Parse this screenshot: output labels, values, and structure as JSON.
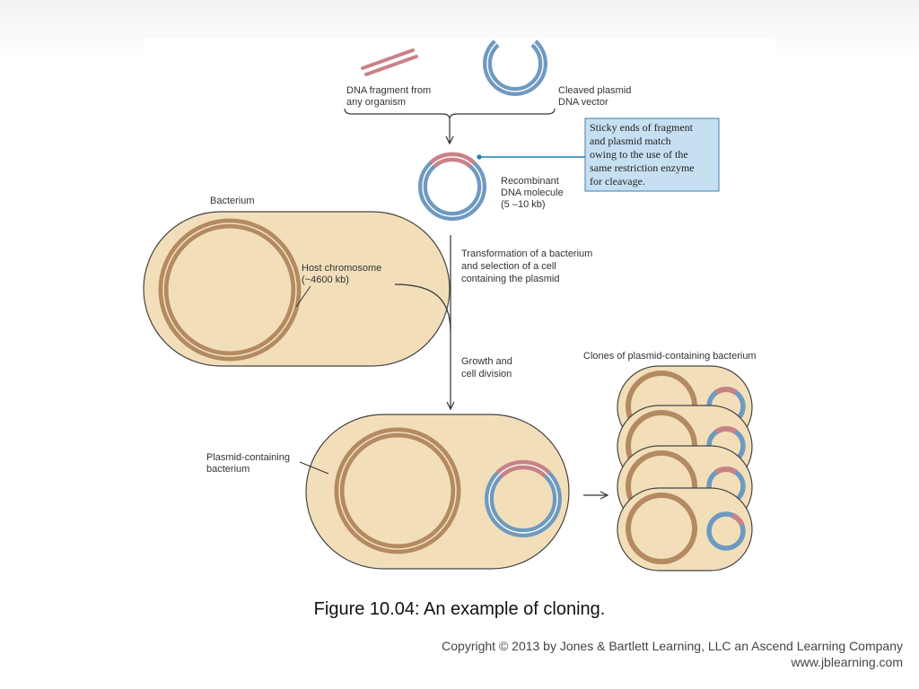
{
  "labels": {
    "dna_fragment": [
      "DNA fragment from",
      "any organism"
    ],
    "cleaved_plasmid": [
      "Cleaved plasmid",
      "DNA vector"
    ],
    "callout": [
      "Sticky ends of fragment",
      "and plasmid match",
      "owing to the use of the",
      "same restriction enzyme",
      "for cleavage."
    ],
    "recombinant": [
      "Recombinant",
      "DNA molecule",
      "(5 –10 kb)"
    ],
    "bacterium": "Bacterium",
    "host_chromosome": [
      "Host chromosome",
      "(~4600 kb)"
    ],
    "transformation": [
      "Transformation of a bacterium",
      "and selection of a cell",
      "containing the plasmid"
    ],
    "growth": [
      "Growth and",
      "cell division"
    ],
    "plasmid_containing": [
      "Plasmid-containing",
      "bacterium"
    ],
    "clones": "Clones of plasmid-containing bacterium"
  },
  "caption": "Figure 10.04: An example of cloning.",
  "copyright": {
    "line1": "Copyright © 2013 by Jones & Bartlett Learning, LLC an Ascend Learning Company",
    "line2": "www.jblearning.com"
  },
  "colors": {
    "cell_fill": "#f2dfba",
    "cell_stroke": "#444444",
    "chromosome": "#b48a62",
    "plasmid_blue": "#6f9ac0",
    "fragment_pink": "#c98189",
    "callout_fill": "#c6e0f2",
    "callout_stroke": "#5b8fbf",
    "line": "#333333"
  }
}
